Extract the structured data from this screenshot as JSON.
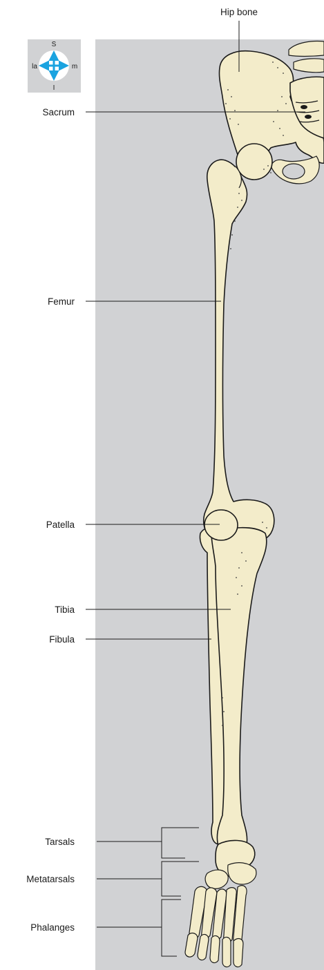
{
  "labels": {
    "hip_bone": "Hip bone",
    "sacrum": "Sacrum",
    "femur": "Femur",
    "patella": "Patella",
    "tibia": "Tibia",
    "fibula": "Fibula",
    "tarsals": "Tarsals",
    "metatarsals": "Metatarsals",
    "phalanges": "Phalanges"
  },
  "compass": {
    "superior": "S",
    "inferior": "I",
    "lateral": "la",
    "medial": "m"
  },
  "colors": {
    "panel_background": "#d1d2d4",
    "bone_fill": "#f3ecca",
    "outline": "#1a1a1a",
    "compass_arrow": "#1aa3e0"
  }
}
